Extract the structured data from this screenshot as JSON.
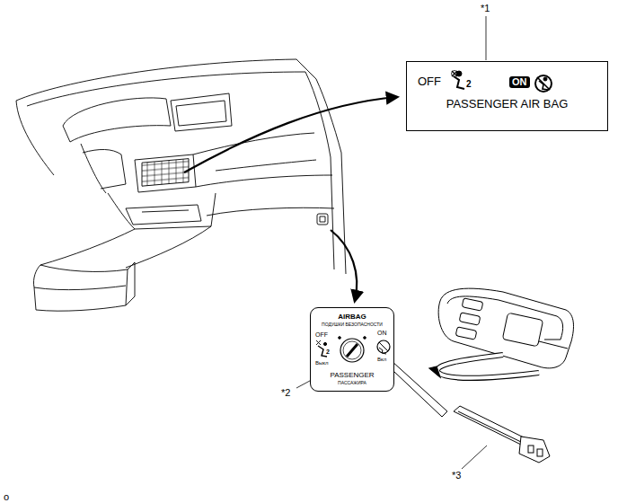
{
  "diagram": {
    "nodes": [
      {
        "text": [
          "OFF",
          "2",
          "ON",
          "PASSENGER AIR BAG"
        ]
      },
      {
        "text": [
          "AIRBAG",
          "ПОДУШКИ БЕЗОПАСНОСТИ",
          "OFF",
          "2",
          "Выкл",
          "ON",
          "Вкл",
          "PASSENGER",
          "ПАССАЖИРА"
        ]
      }
    ],
    "edges": [],
    "labels": [
      "*1",
      "*2",
      "*3",
      "o"
    ]
  }
}
